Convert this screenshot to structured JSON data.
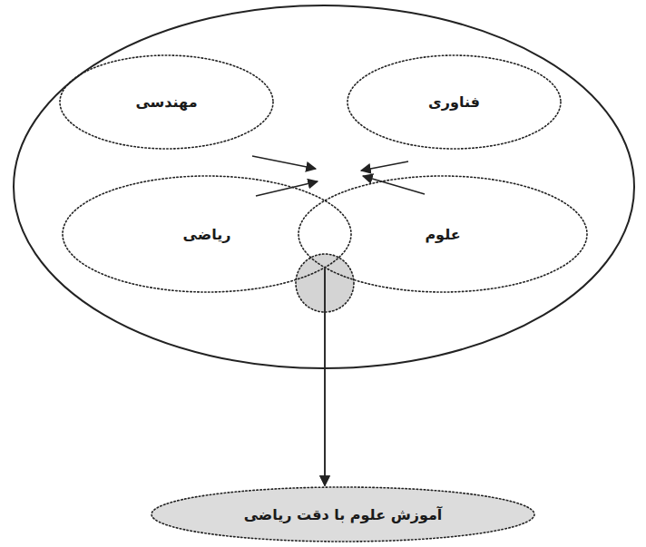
{
  "diagram": {
    "nodes": [
      {
        "text": [
          "مهندسی"
        ]
      },
      {
        "text": [
          "فناوری"
        ]
      },
      {
        "text": [
          "ریاضی"
        ]
      },
      {
        "text": [
          "علوم"
        ]
      },
      {
        "text": [
          "آموزش علوم با دقت ریاضی"
        ]
      }
    ],
    "edges": [
      {
        "from": 2,
        "to": 4,
        "arrow": "to"
      },
      {
        "from": 3,
        "to": 4,
        "arrow": "to"
      }
    ]
  }
}
